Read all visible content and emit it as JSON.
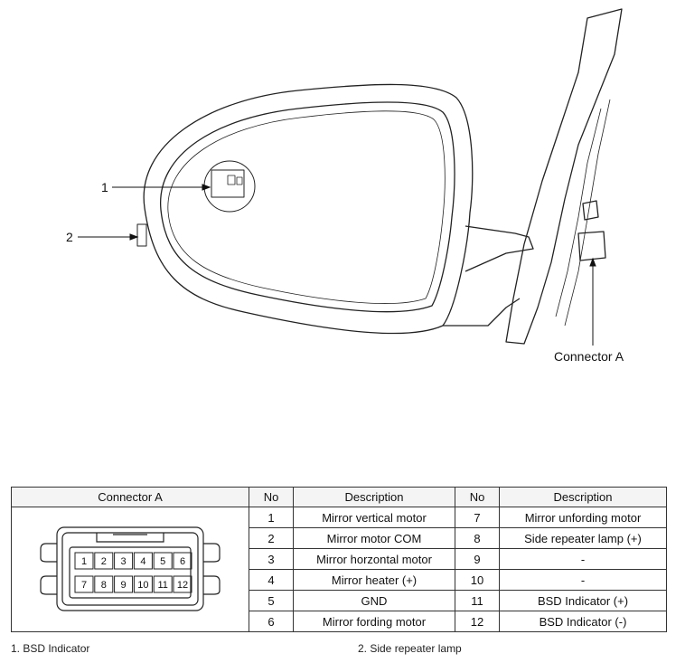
{
  "callouts": [
    {
      "num": "1",
      "label": "BSD Indicator"
    },
    {
      "num": "2",
      "label": "Side repeater lamp"
    }
  ],
  "connector_label": "Connector A",
  "table": {
    "headers": [
      "Connector A",
      "No",
      "Description",
      "No",
      "Description"
    ],
    "rows": [
      {
        "no_a": "1",
        "desc_a": "Mirror vertical motor",
        "no_b": "7",
        "desc_b": "Mirror unfording motor"
      },
      {
        "no_a": "2",
        "desc_a": "Mirror motor COM",
        "no_b": "8",
        "desc_b": "Side repeater lamp (+)"
      },
      {
        "no_a": "3",
        "desc_a": "Mirror horzontal motor",
        "no_b": "9",
        "desc_b": "-"
      },
      {
        "no_a": "4",
        "desc_a": "Mirror heater (+)",
        "no_b": "10",
        "desc_b": "-"
      },
      {
        "no_a": "5",
        "desc_a": "GND",
        "no_b": "11",
        "desc_b": "BSD Indicator (+)"
      },
      {
        "no_a": "6",
        "desc_a": "Mirror fording motor",
        "no_b": "12",
        "desc_b": "BSD Indicator (-)"
      }
    ],
    "connector_pins_top": [
      "1",
      "2",
      "3",
      "4",
      "5",
      "6"
    ],
    "connector_pins_bottom": [
      "7",
      "8",
      "9",
      "10",
      "11",
      "12"
    ]
  },
  "legend": [
    "1. BSD Indicator",
    "2. Side repeater lamp"
  ]
}
